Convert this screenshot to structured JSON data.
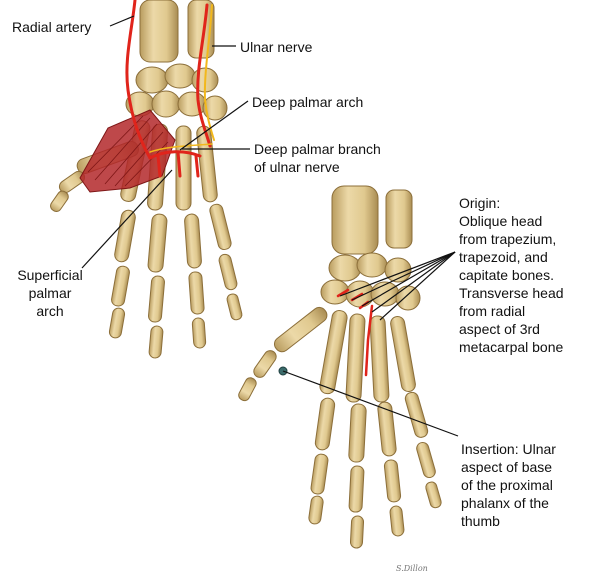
{
  "labels": {
    "radial_artery": "Radial artery",
    "ulnar_nerve": "Ulnar nerve",
    "deep_palmar_arch": "Deep palmar arch",
    "deep_palmar_branch": [
      "Deep palmar branch",
      "of ulnar nerve"
    ],
    "superficial_palmar_arch": [
      "Superficial",
      "palmar",
      "arch"
    ],
    "origin": [
      "Origin:",
      "Oblique head",
      "from trapezium,",
      "trapezoid, and",
      "capitate bones.",
      "Transverse head",
      "from radial",
      "aspect of 3rd",
      "metacarpal bone"
    ],
    "insertion": [
      "Insertion: Ulnar",
      "aspect of base",
      "of the proximal",
      "phalanx of the",
      "thumb"
    ]
  },
  "signature": "S.Dillon",
  "colors": {
    "bone": "#e3cf9c",
    "bone_shadow": "#b79a5e",
    "artery": "#e0241b",
    "nerve": "#f2b81c",
    "muscle": "#b3282a",
    "leader": "#111111"
  }
}
